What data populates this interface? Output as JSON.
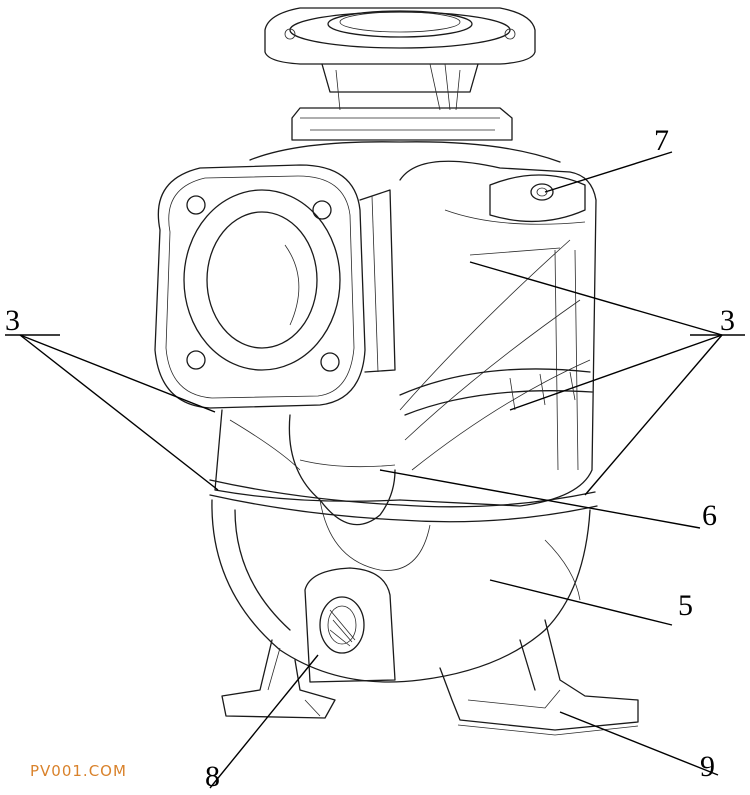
{
  "callouts": {
    "c7": "7",
    "c3_left": "3",
    "c3_right": "3",
    "c6": "6",
    "c5": "5",
    "c8": "8",
    "c9": "9"
  },
  "watermark": "PV001.COM"
}
